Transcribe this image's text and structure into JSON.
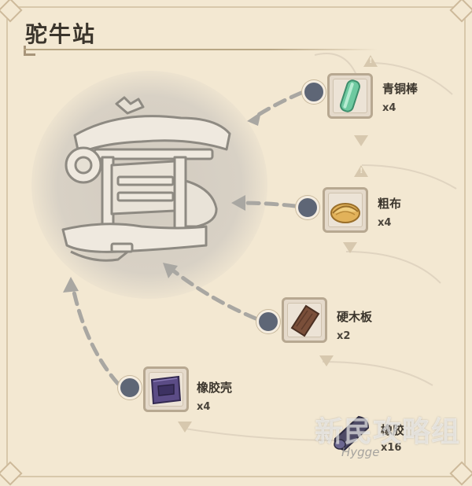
{
  "page": {
    "title": "驼牛站"
  },
  "recipe": {
    "items": [
      {
        "name": "青铜棒",
        "count": "x4",
        "icon": "bronze-rod-icon",
        "color": "#6ec9a0"
      },
      {
        "name": "粗布",
        "count": "x4",
        "icon": "coarse-cloth-icon",
        "color": "#e2b25a"
      },
      {
        "name": "硬木板",
        "count": "x2",
        "icon": "hardwood-plank-icon",
        "color": "#7a4f3a"
      },
      {
        "name": "橡胶壳",
        "count": "x4",
        "icon": "rubber-shell-icon",
        "color": "#5b4c86"
      },
      {
        "name": "橡胶",
        "count": "x16",
        "icon": "rubber-icon",
        "color": "#4e4a66"
      }
    ]
  },
  "watermark": {
    "text": "新民攻略组",
    "sub": "Hygge"
  },
  "colors": {
    "background": "#f3e8d2",
    "node": "#5e6676",
    "path": "#a9a7a2",
    "frame": "#d8c8ab"
  }
}
